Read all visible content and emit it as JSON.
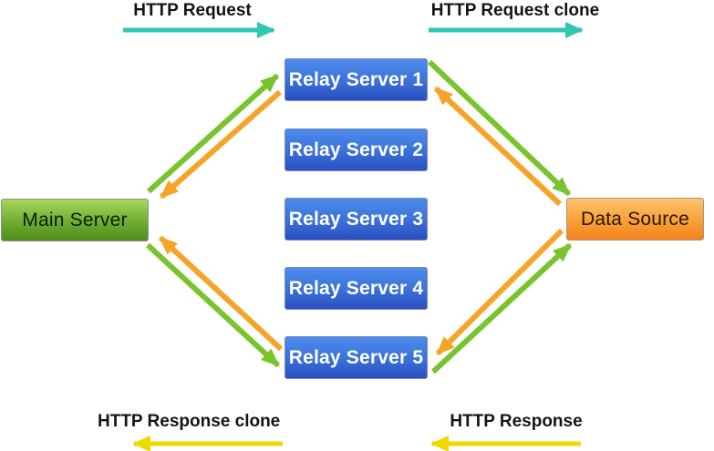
{
  "diagram": {
    "nodes": {
      "main_server": {
        "label": "Main Server",
        "color": "#77b438"
      },
      "data_source": {
        "label": "Data Source",
        "color": "#f9a23b"
      },
      "relay_servers": [
        {
          "label": "Relay Server 1"
        },
        {
          "label": "Relay Server 2"
        },
        {
          "label": "Relay Server 3"
        },
        {
          "label": "Relay Server 4"
        },
        {
          "label": "Relay Server 5"
        }
      ]
    },
    "flows": {
      "http_request": {
        "label": "HTTP Request",
        "direction": "right"
      },
      "http_request_clone": {
        "label": "HTTP Request clone",
        "direction": "right"
      },
      "http_response_clone": {
        "label": "HTTP Response clone",
        "direction": "left"
      },
      "http_response": {
        "label": "HTTP Response",
        "direction": "left"
      }
    }
  },
  "colors": {
    "teal": "#2fc7b2",
    "yellow": "#f0d900",
    "green": "#77c42d",
    "orange": "#f6a327"
  }
}
